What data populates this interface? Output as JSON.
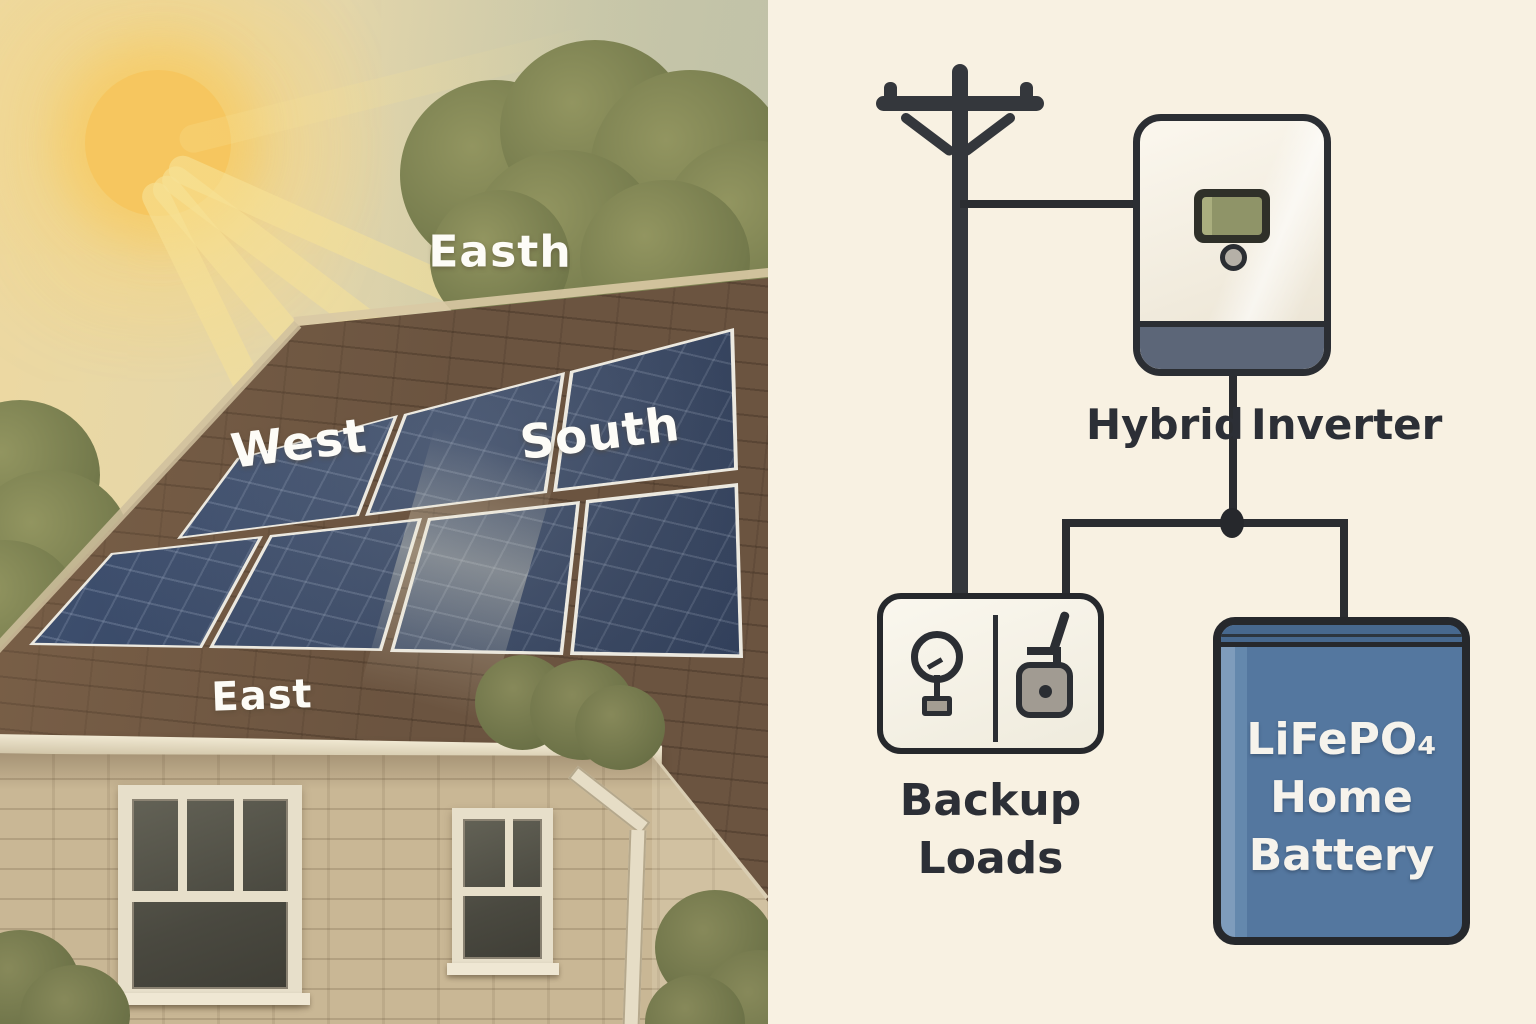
{
  "illustration": {
    "orientation_labels": {
      "top": "Easth",
      "left": "West",
      "right": "South",
      "bottom": "East"
    }
  },
  "diagram": {
    "inverter": {
      "label_left": "Hybrid",
      "label_right": "Inverter"
    },
    "backup_loads": {
      "line1": "Backup",
      "line2": "Loads"
    },
    "battery": {
      "line1": "LiFePO₄",
      "line2": "Home",
      "line3": "Battery"
    },
    "icons": [
      "utility-pole-icon",
      "lightbulb-icon",
      "plug-icon",
      "inverter-display-icon"
    ],
    "colors": {
      "diagram_background": "#f8f1e2",
      "wire": "#2b2d31",
      "battery_body": "#54779f",
      "battery_band": "#47688e",
      "inverter_band": "#5c6678",
      "inverter_screen": "#8f9468",
      "panel_blue": "#384a6a",
      "roof_brown": "#6b5440",
      "sun_yellow": "#f6c65f"
    }
  }
}
